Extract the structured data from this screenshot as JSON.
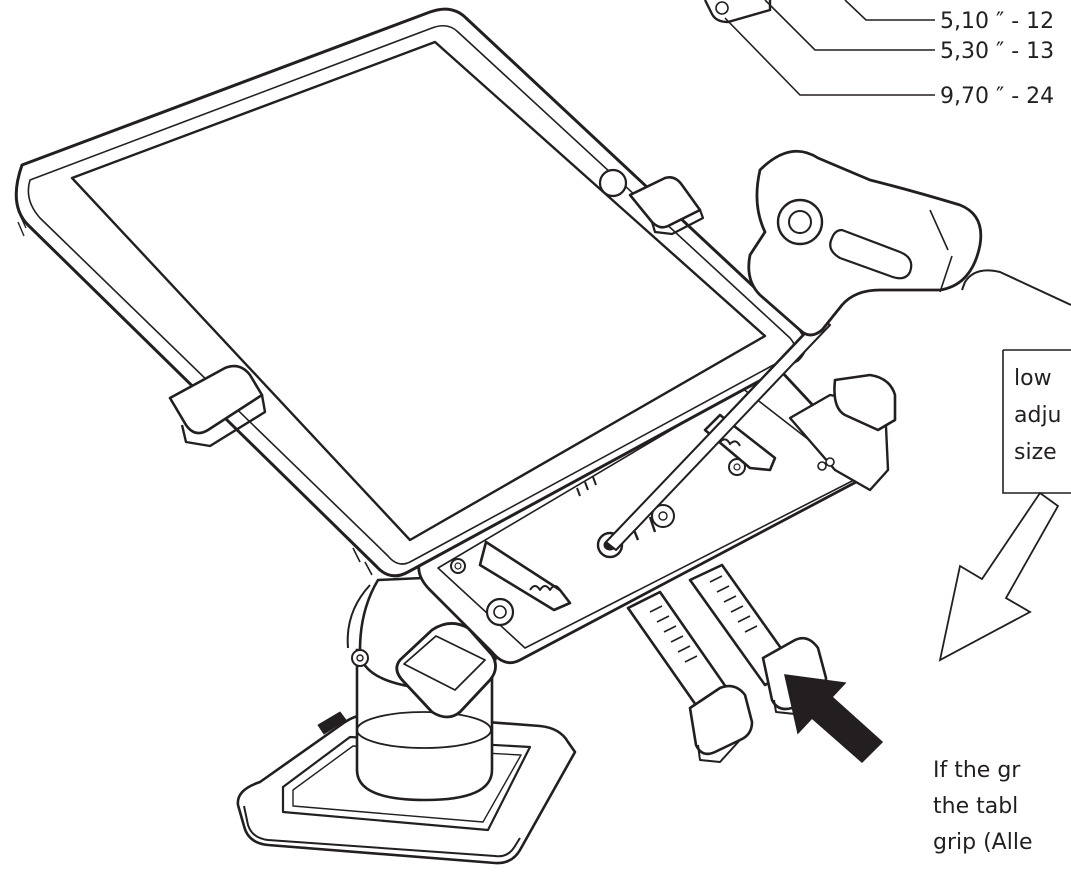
{
  "dimensions": [
    "5,10 ″ - 12",
    "5,30 ″ - 13",
    "9,70 ″ - 24"
  ],
  "callout_lines": [
    "low",
    "adju",
    "size"
  ],
  "footnote_lines": [
    "If the gr",
    "the tabl",
    "grip (Alle"
  ]
}
